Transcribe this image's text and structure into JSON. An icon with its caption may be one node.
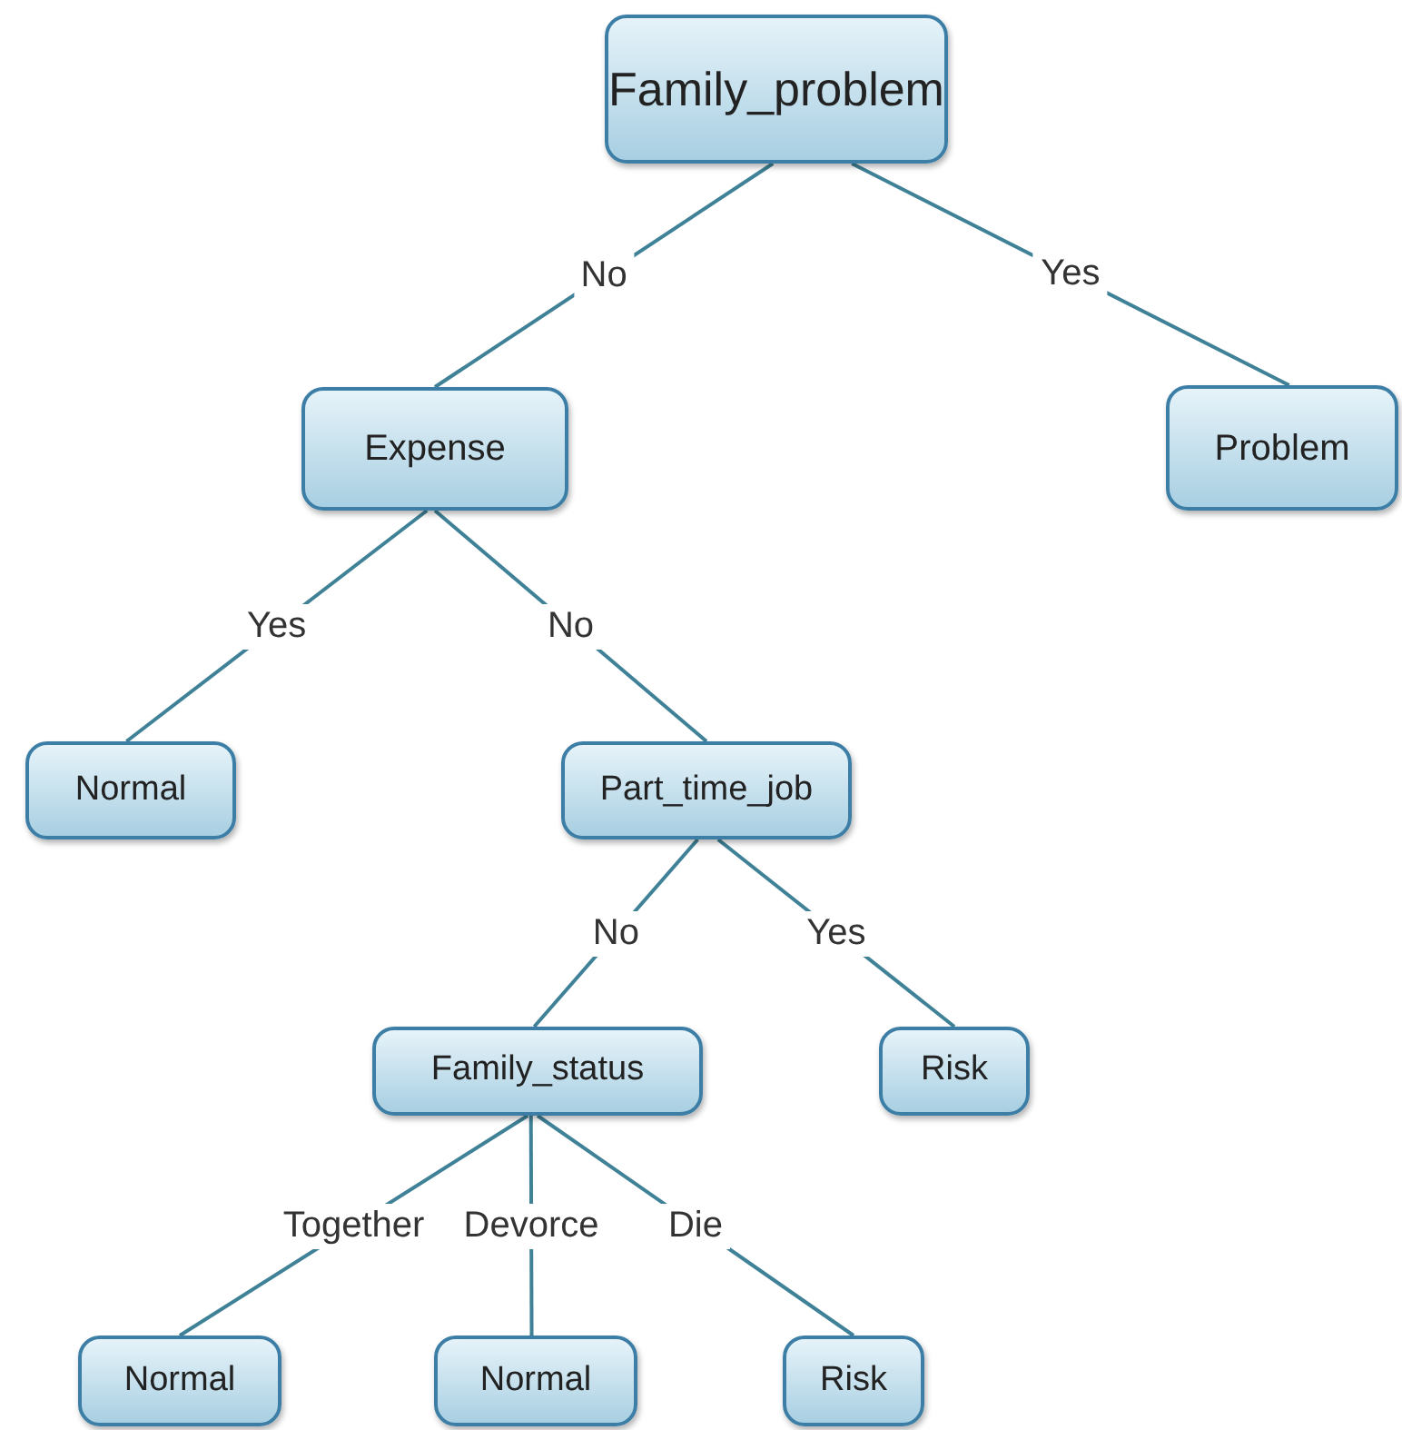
{
  "diagram": {
    "nodes": [
      {
        "text": [
          "Family_problem"
        ]
      },
      {
        "text": [
          "Expense"
        ]
      },
      {
        "text": [
          "Problem"
        ]
      },
      {
        "text": [
          "Normal"
        ]
      },
      {
        "text": [
          "Part_time_job"
        ]
      },
      {
        "text": [
          "Family_status"
        ]
      },
      {
        "text": [
          "Risk"
        ]
      },
      {
        "text": [
          "Normal"
        ]
      },
      {
        "text": [
          "Normal"
        ]
      },
      {
        "text": [
          "Risk"
        ]
      }
    ],
    "edges": [
      {
        "from": 0,
        "to": 1,
        "label": "No",
        "arrow": "none"
      },
      {
        "from": 0,
        "to": 2,
        "label": "Yes",
        "arrow": "none"
      },
      {
        "from": 1,
        "to": 3,
        "label": "Yes",
        "arrow": "none"
      },
      {
        "from": 1,
        "to": 4,
        "label": "No",
        "arrow": "none"
      },
      {
        "from": 4,
        "to": 5,
        "label": "No",
        "arrow": "none"
      },
      {
        "from": 4,
        "to": 6,
        "label": "Yes",
        "arrow": "none"
      },
      {
        "from": 5,
        "to": 7,
        "label": "Together",
        "arrow": "none"
      },
      {
        "from": 5,
        "to": 8,
        "label": "Devorce",
        "arrow": "none"
      },
      {
        "from": 5,
        "to": 9,
        "label": "Die",
        "arrow": "none"
      }
    ]
  }
}
